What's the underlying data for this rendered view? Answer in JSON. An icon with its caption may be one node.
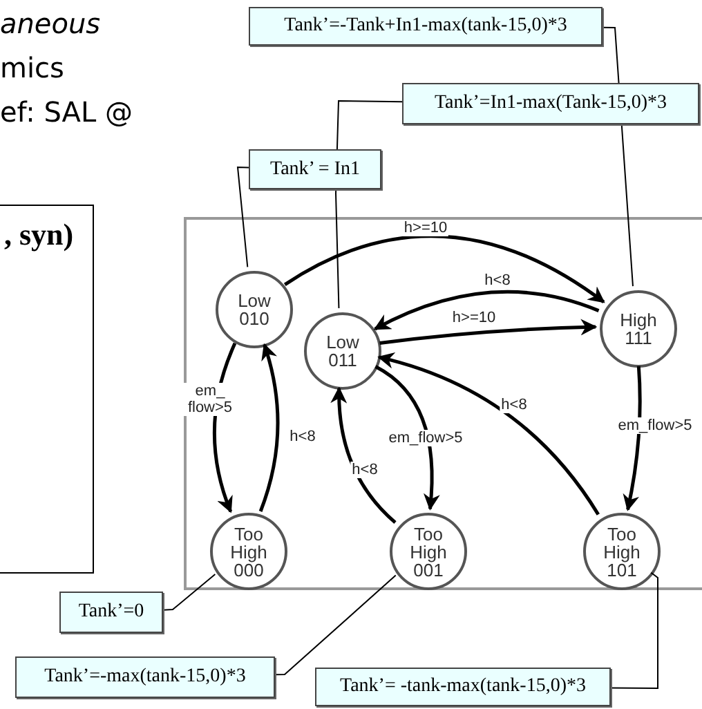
{
  "diagram": {
    "nodes": [
      {
        "text": [
          "Tank’=-Tank+In1-max(tank-15,0)*3"
        ]
      },
      {
        "text": [
          "Tank’=In1-max(Tank-15,0)*3"
        ]
      },
      {
        "text": [
          "Tank’ = In1"
        ]
      },
      {
        "text": [],
        "shape": "box"
      },
      {
        "text": [
          "Low 010"
        ],
        "in": 3
      },
      {
        "text": [
          "Low 011"
        ],
        "in": 3
      },
      {
        "text": [
          "High 111"
        ],
        "in": 3
      },
      {
        "text": [
          "Too High 000"
        ],
        "in": 3
      },
      {
        "text": [
          "Too High 001"
        ],
        "in": 3
      },
      {
        "text": [
          "Too High 101"
        ],
        "in": 3
      },
      {
        "text": [
          "Tank’=0"
        ]
      },
      {
        "text": [
          "Tank’=-max(tank-15,0)*3"
        ]
      },
      {
        "text": [
          "Tank’= -tank-max(tank-15,0)*3"
        ]
      },
      {
        "text": [
          ", syn)"
        ]
      }
    ],
    "edges": [
      {
        "from": 4,
        "to": 6,
        "arrow": "to",
        "label": "h>=10"
      },
      {
        "from": 6,
        "to": 5,
        "arrow": "to",
        "label": "h<8"
      },
      {
        "from": 5,
        "to": 6,
        "arrow": "to",
        "label": "h>=10"
      },
      {
        "from": 9,
        "to": 5,
        "arrow": "to",
        "label": "h<8"
      },
      {
        "from": 6,
        "to": 9,
        "arrow": "to",
        "label": "em_flow>5"
      },
      {
        "from": 4,
        "to": 7,
        "arrow": "to",
        "label": "em_ flow>5"
      },
      {
        "from": 7,
        "to": 4,
        "arrow": "to",
        "label": "h<8"
      },
      {
        "from": 8,
        "to": 5,
        "arrow": "to",
        "label": "h<8"
      },
      {
        "from": 5,
        "to": 8,
        "arrow": "to",
        "label": "em_flow>5"
      },
      {
        "from": 0,
        "to": 6,
        "arrow": "none"
      },
      {
        "from": 1,
        "to": 5,
        "arrow": "none"
      },
      {
        "from": 2,
        "to": 4,
        "arrow": "none"
      },
      {
        "from": 10,
        "to": 7,
        "arrow": "none"
      },
      {
        "from": 11,
        "to": 8,
        "arrow": "none"
      },
      {
        "from": 12,
        "to": 9,
        "arrow": "none"
      }
    ],
    "labels": [
      "aneous",
      "mics",
      "ef: SAL @"
    ]
  }
}
